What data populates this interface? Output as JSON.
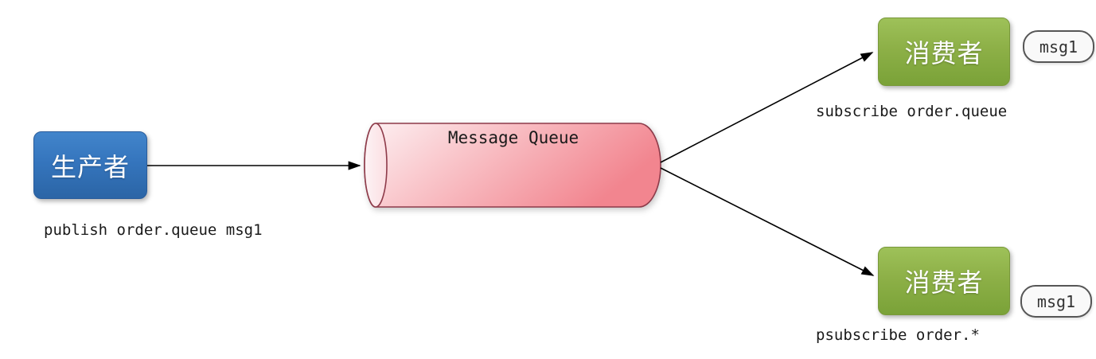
{
  "diagram": {
    "producer": {
      "label": "生产者",
      "command": "publish order.queue msg1"
    },
    "queue": {
      "label": "Message Queue"
    },
    "consumers": [
      {
        "label": "消费者",
        "command": "subscribe order.queue",
        "badge": "msg1"
      },
      {
        "label": "消费者",
        "command": "psubscribe order.*",
        "badge": "msg1"
      }
    ],
    "colors": {
      "producer_gradient_top": "#4285cb",
      "producer_gradient_bottom": "#2b65a6",
      "consumer_gradient_top": "#9ec159",
      "consumer_gradient_bottom": "#7aa238",
      "queue_fill_light": "#fdf1f3",
      "queue_fill_dark": "#f2858f",
      "queue_stroke": "#8e3b4a",
      "arrow": "#000000",
      "badge_background": "#f9f9f9",
      "badge_border": "#565656",
      "command_text": "#1a1a1a"
    }
  }
}
